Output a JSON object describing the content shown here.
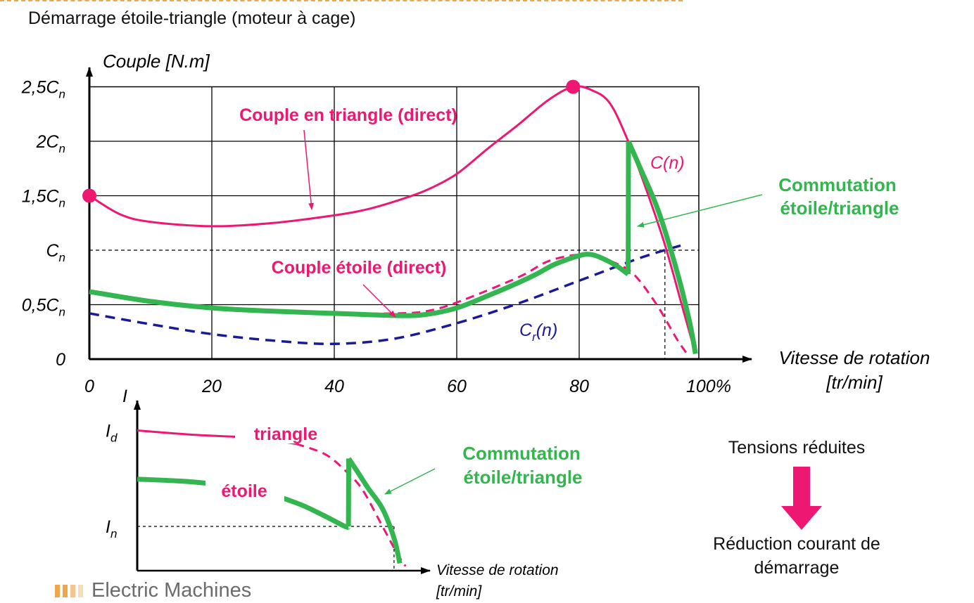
{
  "header": {
    "title": "Démarrage étoile-triangle (moteur à cage)"
  },
  "footer": {
    "label": "Electric Machines"
  },
  "side_note": {
    "top": "Tensions réduites",
    "bottom_line1": "Réduction courant de",
    "bottom_line2": "démarrage"
  },
  "colors": {
    "triangle": "#ee1771",
    "star": "#33b54f",
    "load": "#1b1a96",
    "arrow": "#ee1771",
    "footer_bars": [
      "#f0a64a",
      "#f0a64a",
      "#f5c48c",
      "#f9dcb8"
    ]
  },
  "chart_data": [
    {
      "type": "line",
      "ylabel": "Couple [N.m]",
      "xlabel_line1": "Vitesse de rotation",
      "xlabel_line2": "[tr/min]",
      "xlim": [
        0,
        100
      ],
      "ylim": [
        0,
        2.5
      ],
      "grid": true,
      "x_ticks": [
        {
          "value": 0,
          "label": "0"
        },
        {
          "value": 20,
          "label": "20"
        },
        {
          "value": 40,
          "label": "40"
        },
        {
          "value": 60,
          "label": "60"
        },
        {
          "value": 80,
          "label": "80"
        },
        {
          "value": 100,
          "label": "100%"
        }
      ],
      "y_ticks": [
        {
          "value": 0,
          "label": "0",
          "sub": ""
        },
        {
          "value": 0.5,
          "label": "0,5C",
          "sub": "n"
        },
        {
          "value": 1.0,
          "label": "C",
          "sub": "n"
        },
        {
          "value": 1.5,
          "label": "1,5C",
          "sub": "n"
        },
        {
          "value": 2.0,
          "label": "2C",
          "sub": "n"
        },
        {
          "value": 2.5,
          "label": "2,5C",
          "sub": "n"
        }
      ],
      "series": [
        {
          "key": "triangle",
          "points": [
            [
              0,
              1.5
            ],
            [
              5,
              1.33
            ],
            [
              10,
              1.26
            ],
            [
              20,
              1.22
            ],
            [
              30,
              1.25
            ],
            [
              40,
              1.32
            ],
            [
              45,
              1.37
            ],
            [
              50,
              1.45
            ],
            [
              55,
              1.55
            ],
            [
              60,
              1.7
            ],
            [
              65,
              1.93
            ],
            [
              70,
              2.15
            ],
            [
              75,
              2.38
            ],
            [
              79,
              2.5
            ],
            [
              82,
              2.47
            ],
            [
              85,
              2.35
            ],
            [
              88,
              2.0
            ],
            [
              91,
              1.55
            ],
            [
              94,
              1.05
            ],
            [
              97,
              0.45
            ],
            [
              99,
              0.05
            ]
          ]
        },
        {
          "key": "star_direct",
          "points": [
            [
              0,
              0.62
            ],
            [
              10,
              0.53
            ],
            [
              20,
              0.47
            ],
            [
              30,
              0.44
            ],
            [
              40,
              0.42
            ],
            [
              50,
              0.42
            ],
            [
              55,
              0.44
            ],
            [
              60,
              0.52
            ],
            [
              70,
              0.75
            ],
            [
              75,
              0.9
            ],
            [
              80,
              0.96
            ],
            [
              83,
              0.94
            ],
            [
              86,
              0.88
            ],
            [
              88,
              0.82
            ],
            [
              90,
              0.71
            ],
            [
              93,
              0.47
            ],
            [
              96,
              0.18
            ],
            [
              98,
              0.02
            ]
          ]
        },
        {
          "key": "star_operating",
          "points": [
            [
              0,
              0.62
            ],
            [
              10,
              0.53
            ],
            [
              20,
              0.47
            ],
            [
              30,
              0.44
            ],
            [
              40,
              0.42
            ],
            [
              50,
              0.4
            ],
            [
              55,
              0.41
            ],
            [
              60,
              0.47
            ],
            [
              65,
              0.58
            ],
            [
              70,
              0.7
            ],
            [
              73,
              0.78
            ],
            [
              76,
              0.87
            ],
            [
              80,
              0.95
            ],
            [
              82,
              0.96
            ],
            [
              84,
              0.92
            ],
            [
              86,
              0.86
            ],
            [
              88,
              0.78
            ],
            [
              88.05,
              2.0
            ],
            [
              90,
              1.75
            ],
            [
              93,
              1.35
            ],
            [
              96,
              0.8
            ],
            [
              98,
              0.35
            ],
            [
              99,
              0.05
            ]
          ]
        },
        {
          "key": "load",
          "points": [
            [
              0,
              0.42
            ],
            [
              10,
              0.32
            ],
            [
              20,
              0.23
            ],
            [
              30,
              0.17
            ],
            [
              40,
              0.14
            ],
            [
              50,
              0.19
            ],
            [
              60,
              0.33
            ],
            [
              70,
              0.51
            ],
            [
              80,
              0.72
            ],
            [
              90,
              0.93
            ],
            [
              97,
              1.05
            ]
          ]
        }
      ],
      "points_marked": [
        [
          0,
          1.5
        ],
        [
          79,
          2.5
        ]
      ],
      "reference_lines": {
        "y": 1.0,
        "x": 94
      },
      "annotations": {
        "triangle_label": "Couple en triangle (direct)",
        "star_label": "Couple étoile (direct)",
        "cn_label": "C(n)",
        "cr_main": "C",
        "cr_sub": "r",
        "cr_tail": "(n)",
        "switch_line1": "Commutation",
        "switch_line2": "étoile/triangle"
      }
    },
    {
      "type": "line",
      "ylabel": "I",
      "xlabel_line1": "Vitesse de rotation",
      "xlabel_line2": "[tr/min]",
      "xlim": [
        0,
        100
      ],
      "ylim": [
        0,
        1.0
      ],
      "y_ticks": [
        {
          "value": 0.95,
          "label": "I",
          "sub": "d"
        },
        {
          "value": 0.3,
          "label": "I",
          "sub": "n"
        }
      ],
      "series": [
        {
          "key": "triangle_current",
          "points": [
            [
              0,
              0.95
            ],
            [
              20,
              0.92
            ],
            [
              40,
              0.9
            ],
            [
              55,
              0.86
            ],
            [
              65,
              0.79
            ],
            [
              72,
              0.68
            ],
            [
              78,
              0.55
            ],
            [
              85,
              0.3
            ],
            [
              90,
              0.12
            ],
            [
              93,
              0.03
            ]
          ]
        },
        {
          "key": "star_current",
          "points": [
            [
              0,
              0.62
            ],
            [
              20,
              0.6
            ],
            [
              40,
              0.55
            ],
            [
              55,
              0.46
            ],
            [
              64,
              0.38
            ],
            [
              72,
              0.3
            ],
            [
              73.2,
              0.3
            ],
            [
              73.3,
              0.76
            ],
            [
              76,
              0.68
            ],
            [
              80,
              0.56
            ],
            [
              85,
              0.42
            ],
            [
              89,
              0.22
            ],
            [
              91,
              0.05
            ]
          ]
        }
      ],
      "reference_lines": {
        "y": 0.3,
        "x": 89
      },
      "annotations": {
        "triangle_label": "triangle",
        "star_label": "étoile",
        "switch_line1": "Commutation",
        "switch_line2": "étoile/triangle"
      }
    }
  ]
}
